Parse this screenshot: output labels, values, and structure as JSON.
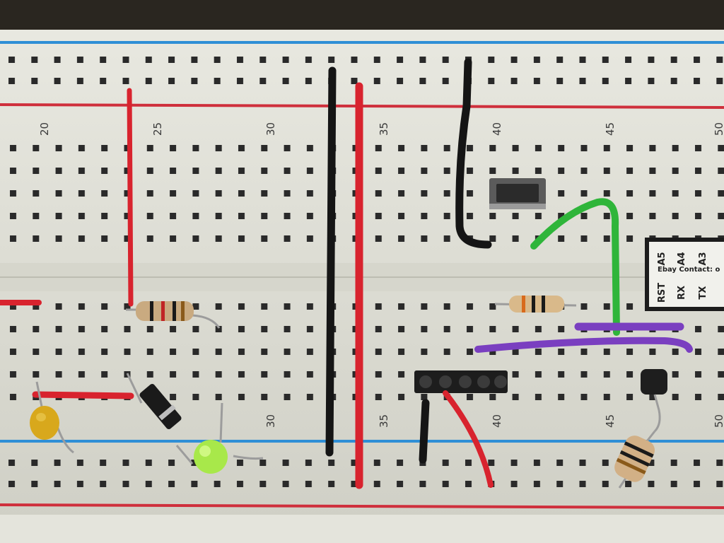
{
  "board": {
    "column_numbers_top": [
      "20",
      "25",
      "30",
      "35",
      "40",
      "45",
      "50"
    ],
    "column_numbers_bottom": [
      "30",
      "35",
      "40",
      "45",
      "50"
    ]
  },
  "chip": {
    "pins_top": [
      "A5",
      "A4",
      "A3"
    ],
    "pins_bottom": [
      "RST",
      "RX",
      "TX"
    ],
    "label": "Ebay Contact: o"
  },
  "colors": {
    "board": "#dcdcd2",
    "rail_blue": "#2f8fd6",
    "rail_red": "#cf2f3c",
    "wire_red": "#d8232e",
    "wire_black": "#151515",
    "wire_green": "#2fb53a",
    "wire_purple": "#7a3fc0",
    "led_green": "#a8e84a",
    "capacitor_yellow": "#d8a81c"
  }
}
